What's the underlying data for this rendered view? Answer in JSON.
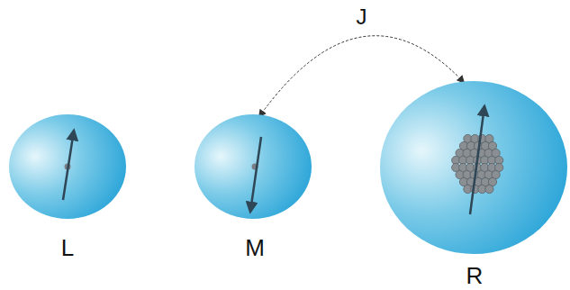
{
  "diagram": {
    "nodes": [
      {
        "text": [
          "L"
        ]
      },
      {
        "text": [
          "M"
        ]
      },
      {
        "text": [
          "R"
        ]
      }
    ],
    "edges": [
      {
        "from": 1,
        "to": 2,
        "arrow": "both",
        "label": "J"
      }
    ]
  }
}
